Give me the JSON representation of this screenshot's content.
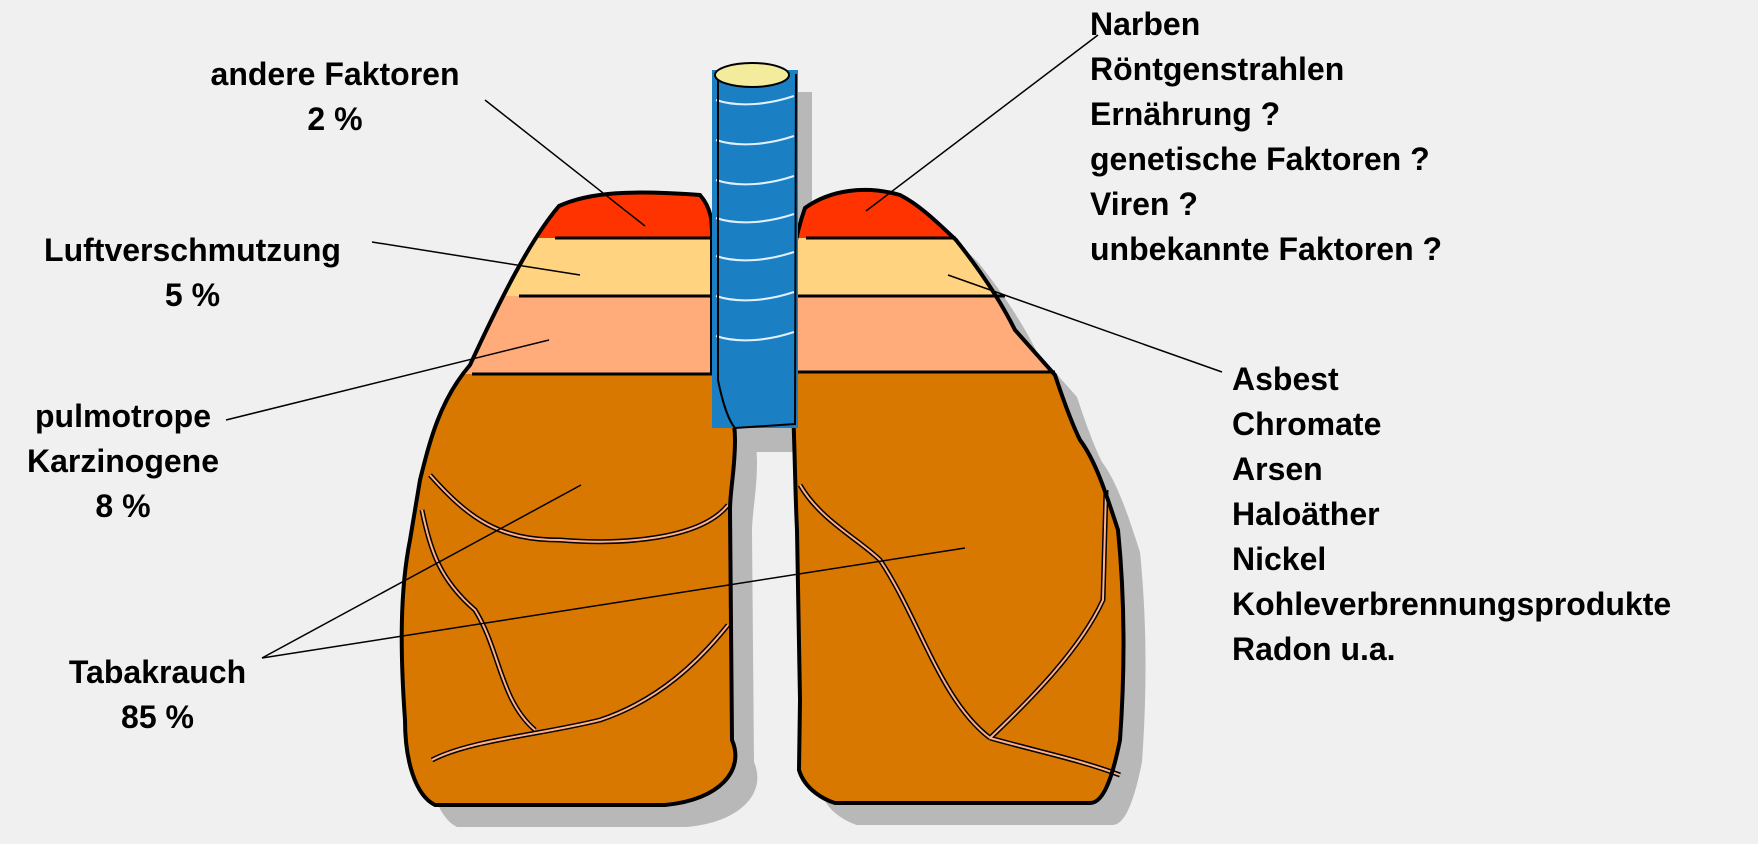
{
  "labels": {
    "andere": {
      "name": "andere Faktoren",
      "percent": "2 %"
    },
    "luft": {
      "name": "Luftverschmutzung",
      "percent": "5 %"
    },
    "pulmo": {
      "line1": "pulmotrope",
      "line2": "Karzinogene",
      "percent": "8 %"
    },
    "tabak": {
      "name": "Tabakrauch",
      "percent": "85 %"
    }
  },
  "top_right_list": [
    "Narben",
    "Röntgenstrahlen",
    "Ernährung ?",
    "genetische Faktoren ?",
    "Viren ?",
    "unbekannte Faktoren ?"
  ],
  "right_list": [
    "Asbest",
    "Chromate",
    "Arsen",
    "Haloäther",
    "Nickel",
    "Kohleverbrennungsprodukte",
    "Radon u.a."
  ],
  "colors": {
    "background": "#f0f0f0",
    "band_red": "#ff3300",
    "band_yellow": "#ffd37f",
    "band_salmon": "#ffab7a",
    "lung_brown": "#d97800",
    "trachea_blue": "#1b7fc4",
    "shadow": "#b8b8b8",
    "fissure": "#ffb08a"
  }
}
